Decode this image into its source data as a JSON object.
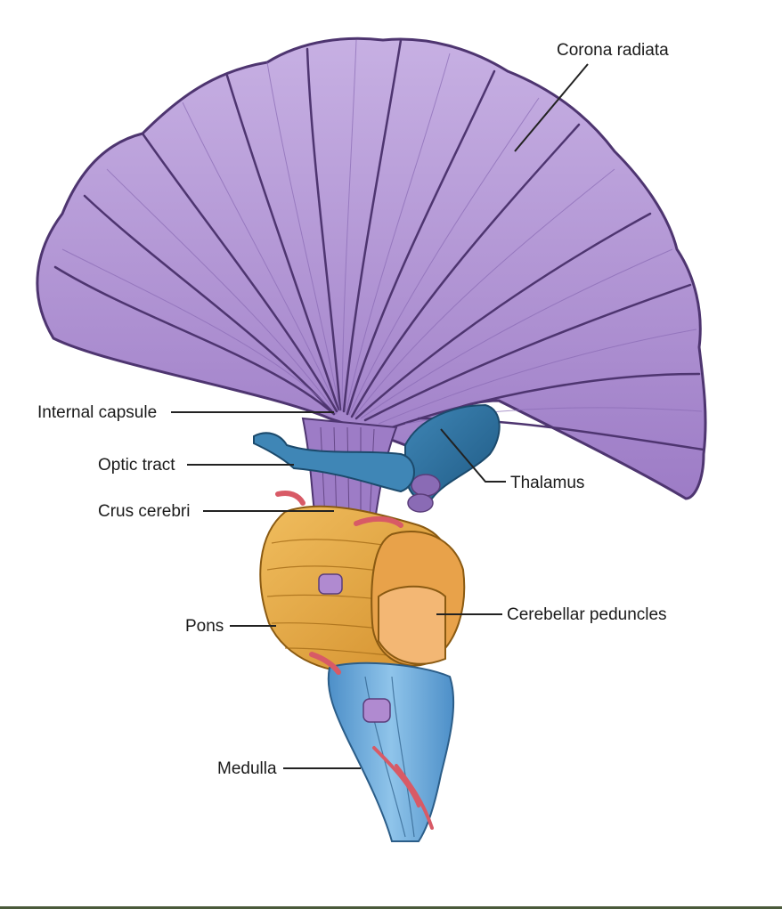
{
  "labels": {
    "corona_radiata": "Corona radiata",
    "internal_capsule": "Internal capsule",
    "optic_tract": "Optic tract",
    "crus_cerebri": "Crus cerebri",
    "thalamus": "Thalamus",
    "pons": "Pons",
    "cerebellar_peduncles": "Cerebellar peduncles",
    "medulla": "Medulla"
  },
  "colors": {
    "corona": "#b89ad6",
    "corona_dark": "#5a3d7a",
    "thalamus": "#2f6f9a",
    "pons": "#e3a84a",
    "peduncle": "#f2b070",
    "medulla": "#6aa8d8",
    "vessel": "#d85a66",
    "border": "#4a5a3a"
  }
}
